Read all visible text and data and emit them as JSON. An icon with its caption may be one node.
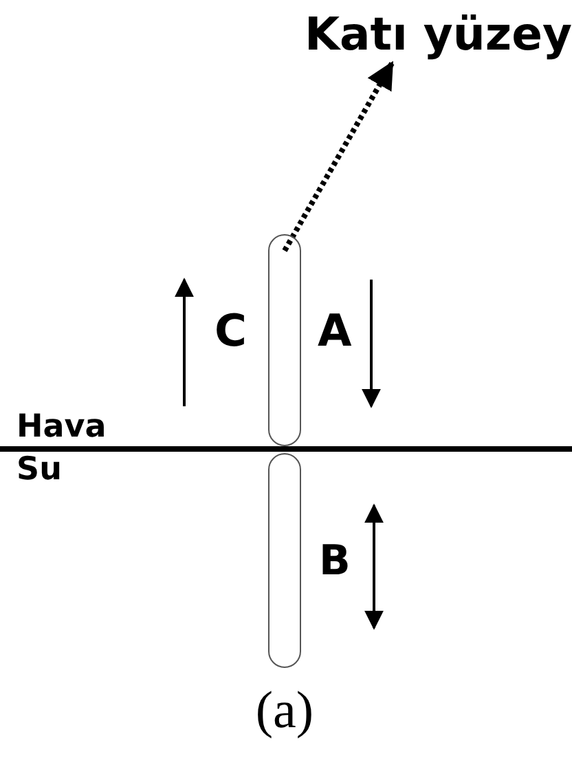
{
  "diagram": {
    "caption": "(a)",
    "nodes": [
      {
        "text": [
          "Katı yüzey"
        ]
      },
      {
        "text": [],
        "shape": "box"
      },
      {
        "text": [],
        "shape": "box"
      }
    ],
    "edges": [
      {
        "from": 1,
        "to": 0,
        "arrow": "to",
        "style": "dashed"
      }
    ],
    "labels": [
      "C",
      "A",
      "Hava",
      "Su",
      "B"
    ]
  }
}
